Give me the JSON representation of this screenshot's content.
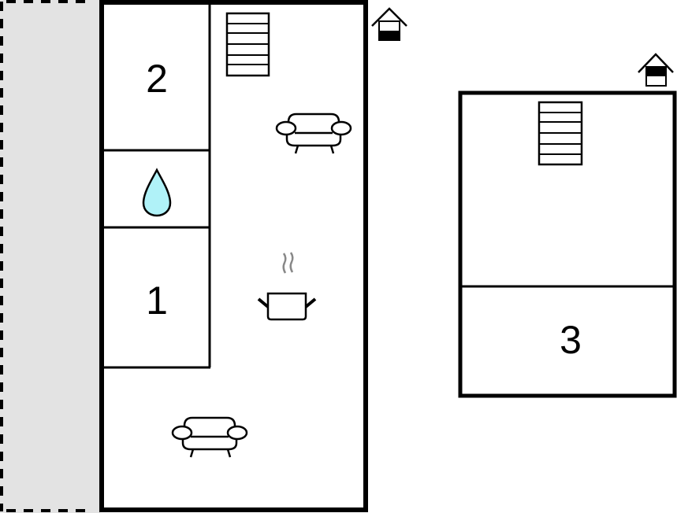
{
  "floorplan": {
    "colors": {
      "wall": "#000000",
      "terrace_fill": "#e3e3e3",
      "water_fill": "#b0f2f8",
      "steam": "#888888",
      "background": "#ffffff"
    },
    "ground_floor": {
      "floor_icon": "house-ground-floor-icon",
      "rooms": [
        {
          "id": "bedroom-2",
          "label": "2"
        },
        {
          "id": "bathroom",
          "icon": "water-drop-icon"
        },
        {
          "id": "bedroom-1",
          "label": "1"
        },
        {
          "id": "living-area",
          "icons": [
            "stairs-icon",
            "sofa-icon",
            "cooking-pot-icon",
            "sofa-icon"
          ]
        }
      ],
      "terrace": {
        "style": "dashed",
        "fill": "grey"
      }
    },
    "upper_floor": {
      "floor_icon": "house-upper-floor-icon",
      "rooms": [
        {
          "id": "landing",
          "icons": [
            "stairs-icon"
          ]
        },
        {
          "id": "bedroom-3",
          "label": "3"
        }
      ]
    }
  }
}
